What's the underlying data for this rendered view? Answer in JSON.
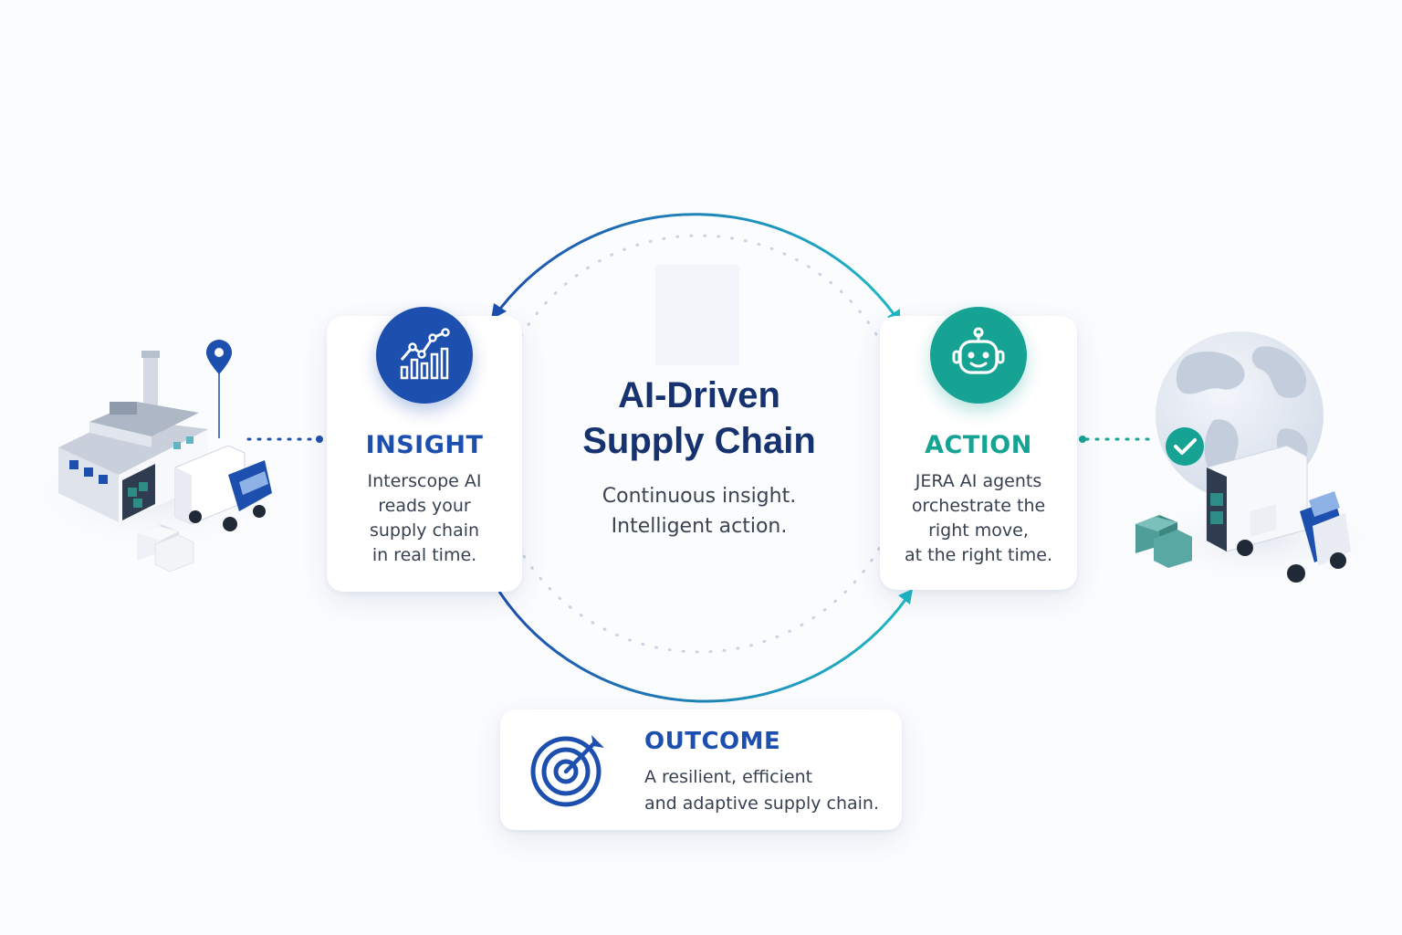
{
  "diagram": {
    "center": {
      "title_lines": [
        "AI-Driven",
        "Supply Chain"
      ],
      "subtitle_lines": [
        "Continuous insight.",
        "Intelligent action."
      ]
    },
    "insight": {
      "title": "INSIGHT",
      "body_lines": [
        "Interscope AI",
        "reads your",
        "supply chain",
        "in real time."
      ],
      "icon": "chart-icon"
    },
    "action": {
      "title": "ACTION",
      "body_lines": [
        "JERA AI agents",
        "orchestrate the",
        "right move,",
        "at the right time."
      ],
      "icon": "robot-icon"
    },
    "outcome": {
      "title": "OUTCOME",
      "body_lines": [
        "A resilient, efficient",
        "and adaptive supply chain."
      ],
      "icon": "target-icon"
    },
    "left_scene": {
      "icons": [
        "factory-icon",
        "location-pin-icon",
        "delivery-truck-icon",
        "boxes-icon"
      ]
    },
    "right_scene": {
      "icons": [
        "globe-icon",
        "checkmark-badge-icon",
        "delivery-truck-icon",
        "boxes-icon"
      ]
    },
    "colors": {
      "primary_blue": "#1d4fae",
      "teal": "#17a394",
      "navy_text": "#16336f",
      "background": "#fbfcfe"
    }
  }
}
